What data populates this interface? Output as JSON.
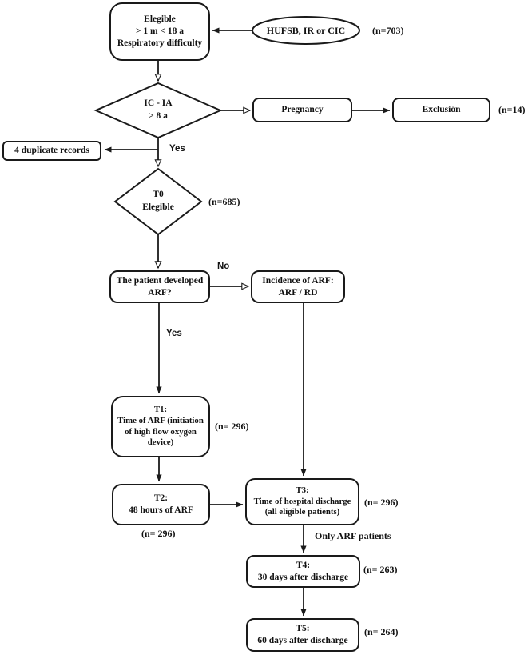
{
  "diagram": {
    "type": "flowchart",
    "nodes": {
      "eligible": {
        "label": "Elegible\n> 1 m < 18 a\nRespiratory difficulty"
      },
      "source": {
        "label": "HUFSB, IR or CIC",
        "count": "(n=703)"
      },
      "age_decision": {
        "label": "IC - IA\n> 8 a"
      },
      "pregnancy": {
        "label": "Pregnancy"
      },
      "exclusion": {
        "label": "Exclusión",
        "count": "(n=14)"
      },
      "duplicates": {
        "label": "4 duplicate records"
      },
      "t0_decision": {
        "label": "T0\nElegible",
        "count": "(n=685)"
      },
      "arf_question": {
        "label": "The patient developed\nARF?"
      },
      "incidence": {
        "label": "Incidence of ARF:\nARF / RD"
      },
      "t1": {
        "label": "T1:\nTime of ARF (initiation\nof high flow oxygen\ndevice)",
        "count": "(n= 296)"
      },
      "t2": {
        "label": "T2:\n48 hours of ARF",
        "count": "(n= 296)"
      },
      "t3": {
        "label": "T3:\nTime of hospital discharge\n(all eligible patients)",
        "count": "(n= 296)"
      },
      "t4": {
        "label": "T4:\n30 days after discharge",
        "count": "(n= 263)"
      },
      "t5": {
        "label": "T5:\n60 days after discharge",
        "count": "(n= 264)"
      }
    },
    "edge_labels": {
      "yes_duplicates": "Yes",
      "no_arf": "No",
      "yes_arf": "Yes",
      "only_arf": "Only ARF patients"
    },
    "colors": {
      "line": "#1a1a1a",
      "text": "#111111",
      "background": "#ffffff"
    }
  }
}
